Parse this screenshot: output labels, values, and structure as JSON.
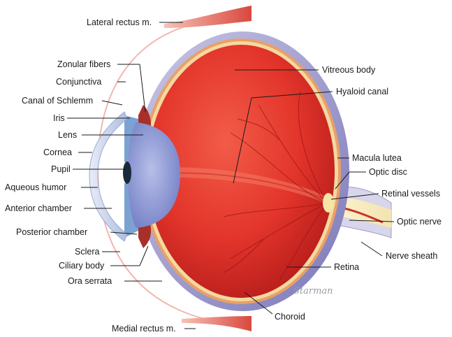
{
  "labels": {
    "lateral_rectus": "Lateral rectus m.",
    "zonular_fibers": "Zonular fibers",
    "conjunctiva": "Conjunctiva",
    "canal_of_schlemm": "Canal of Schlemm",
    "iris": "Iris",
    "lens": "Lens",
    "cornea": "Cornea",
    "pupil": "Pupil",
    "aqueous_humor": "Aqueous humor",
    "anterior_chamber": "Anterior chamber",
    "posterior_chamber": "Posterior chamber",
    "sclera": "Sclera",
    "ciliary_body": "Ciliary body",
    "ora_serrata": "Ora serrata",
    "medial_rectus": "Medial rectus m.",
    "vitreous_body": "Vitreous body",
    "hyaloid_canal": "Hyaloid canal",
    "macula_lutea": "Macula lutea",
    "optic_disc": "Optic disc",
    "retinal_vessels": "Retinal vessels",
    "optic_nerve": "Optic nerve",
    "nerve_sheath": "Nerve sheath",
    "retina": "Retina",
    "choroid": "Choroid"
  },
  "signature": "Starman",
  "colors": {
    "vitreous": "#e5332a",
    "vitreous_dark": "#b81d1b",
    "sclera": "#8a86c2",
    "retina_line": "#f3d9a0",
    "lens": "#8e9ad6",
    "muscle": "#e2685a",
    "nerve": "#f6e3a6"
  }
}
